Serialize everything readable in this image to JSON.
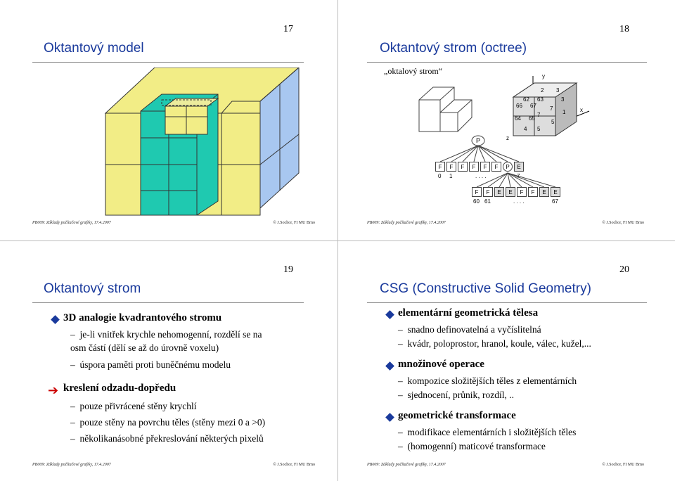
{
  "slide17": {
    "page": "17",
    "title": "Oktantový model",
    "footer_left": "PB009: Základy počítačové grafiky, 17.4.2007",
    "footer_right": "© J.Sochor, FI MU Brno"
  },
  "slide18": {
    "page": "18",
    "title": "Oktantový strom (octree)",
    "subtitle": "„oktalový strom“",
    "axis_y": "y",
    "axis_x": "x",
    "axis_z": "z",
    "root": "P",
    "cube_labels": [
      "62",
      "63",
      "2",
      "3",
      "66",
      "67",
      "7",
      "3",
      "64",
      "65",
      "7",
      "1",
      "5",
      "4",
      "5"
    ],
    "row1": [
      "F",
      "F",
      "F",
      "F",
      "F",
      "F",
      "P",
      "E"
    ],
    "row1_idx": [
      "0",
      "1",
      ". . . .",
      "7"
    ],
    "row2": [
      "F",
      "F",
      "E",
      "E",
      "F",
      "F",
      "E",
      "E"
    ],
    "row2_idx": [
      "60",
      "61",
      ". . . .",
      "67"
    ],
    "footer_left": "PB009: Základy počítačové grafiky, 17.4.2007",
    "footer_right": "© J.Sochor, FI MU Brno"
  },
  "slide19": {
    "page": "19",
    "title": "Oktantový strom",
    "b1": "3D analogie kvadrantového stromu",
    "b1_s1": "je-li vnitřek krychle nehomogenní, rozdělí se na",
    "b1_s1b": "osm částí (dělí se až do úrovně voxelu)",
    "b1_s2": "úspora paměti proti buněčnému modelu",
    "b2": "kreslení odzadu-dopředu",
    "b2_s1": "pouze přivrácené stěny krychlí",
    "b2_s2": "pouze stěny na povrchu těles (stěny mezi 0 a >0)",
    "b2_s3": "několikanásobné překreslování některých pixelů",
    "footer_left": "PB009: Základy počítačové grafiky, 17.4.2007",
    "footer_right": "© J.Sochor, FI MU Brno"
  },
  "slide20": {
    "page": "20",
    "title": "CSG (Constructive Solid Geometry)",
    "b1": "elementární geometrická tělesa",
    "b1_s1": "snadno definovatelná a vyčíslitelná",
    "b1_s2": "kvádr, poloprostor, hranol, koule, válec, kužel,...",
    "b2": "množinové operace",
    "b2_s1": "kompozice složitějších těles z elementárních",
    "b2_s2": "sjednocení, průnik, rozdíl, ..",
    "b3": "geometrické transformace",
    "b3_s1": "modifikace elementárních i složitějších těles",
    "b3_s2": "(homogenní) maticové transformace",
    "footer_left": "PB009: Základy počítačové grafiky, 17.4.2007",
    "footer_right": "© J.Sochor, FI MU Brno"
  },
  "colors": {
    "title_blue": "#1a3a9c",
    "bullet_blue": "#1a3a9c",
    "arrow_red": "#cc0000",
    "cube_yellow": "#f2ed86",
    "cube_cyan": "#1fc9b0",
    "cube_blue": "#a8c7f0"
  }
}
